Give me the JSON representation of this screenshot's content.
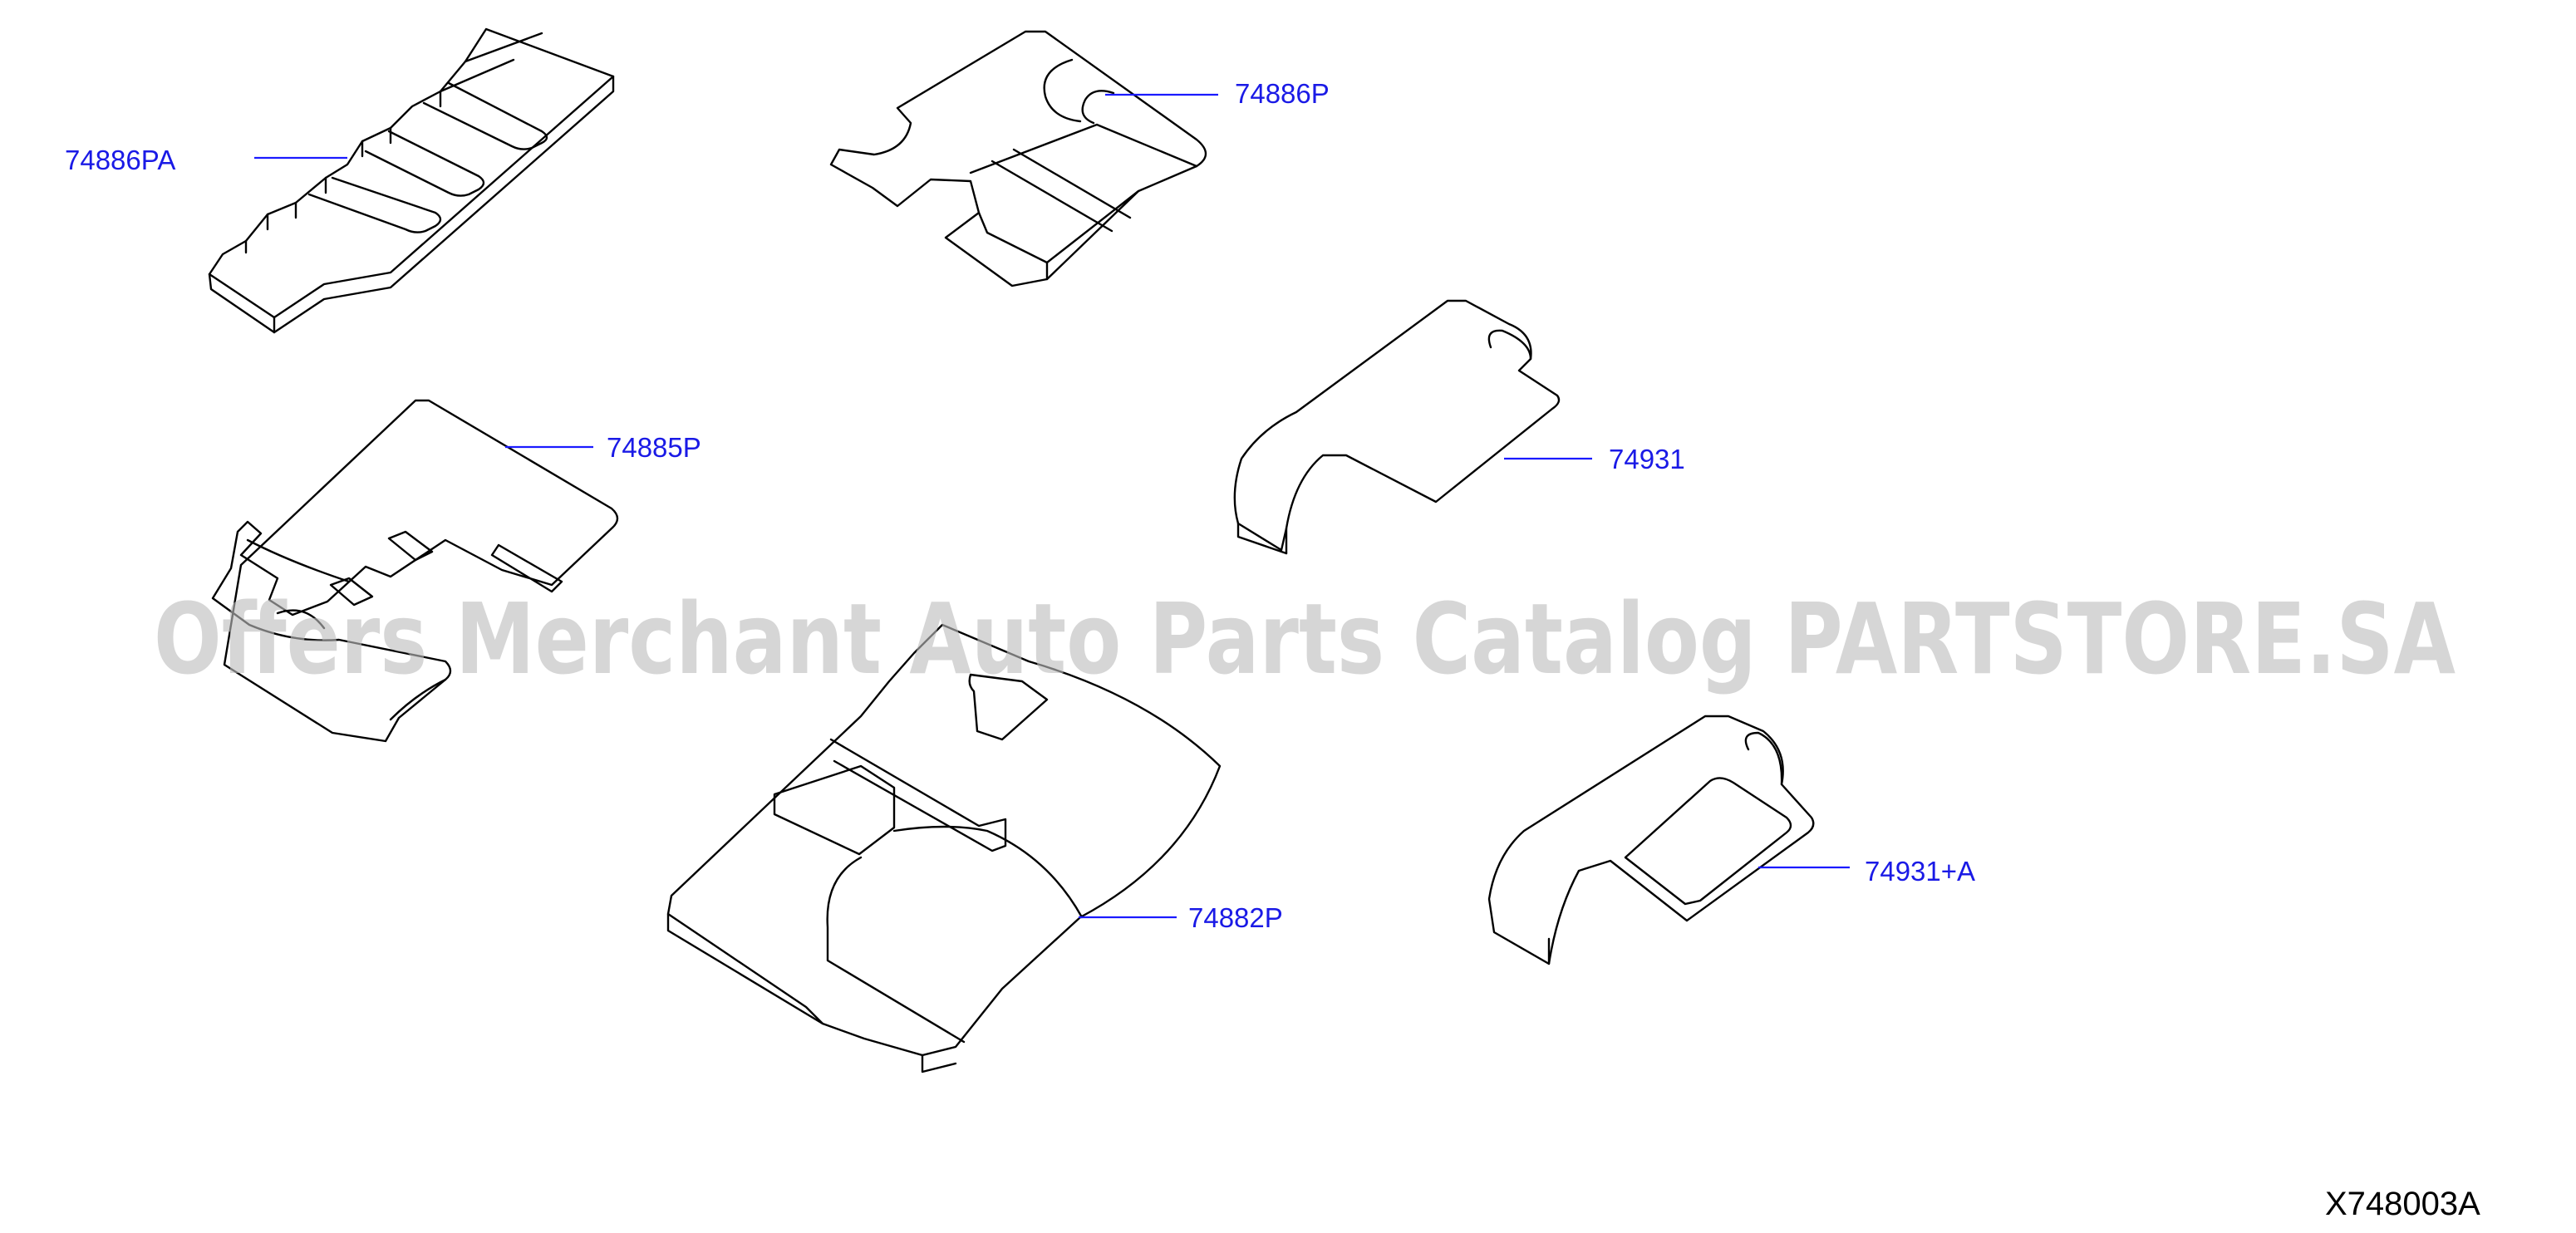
{
  "diagram": {
    "code": "X748003A",
    "watermark": "Offers Merchant Auto Parts Catalog PARTSTORE.SA",
    "colors": {
      "callout": "#1a1ae6",
      "line": "#000000",
      "watermark": "#bdbdbd"
    },
    "parts": [
      {
        "id": "p1",
        "label": "74886PA"
      },
      {
        "id": "p2",
        "label": "74886P"
      },
      {
        "id": "p3",
        "label": "74885P"
      },
      {
        "id": "p4",
        "label": "74931"
      },
      {
        "id": "p5",
        "label": "74882P"
      },
      {
        "id": "p6",
        "label": "74931+A"
      }
    ]
  }
}
